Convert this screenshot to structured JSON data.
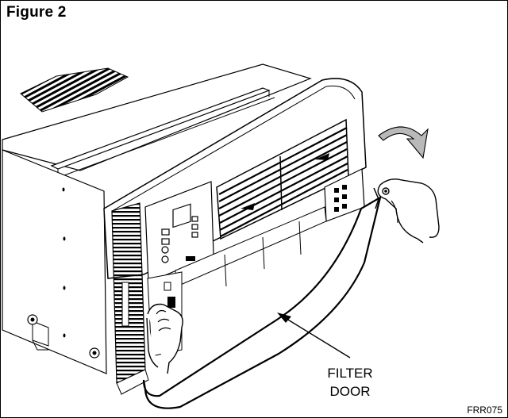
{
  "figure": {
    "title": "Figure 2"
  },
  "callouts": {
    "filter_door_line1": "FILTER",
    "filter_door_line2": "DOOR"
  },
  "image_code": "FRR075",
  "colors": {
    "ink": "#000000",
    "paper": "#ffffff",
    "shade": "#b9b9b9",
    "dark": "#3a3a3a"
  }
}
